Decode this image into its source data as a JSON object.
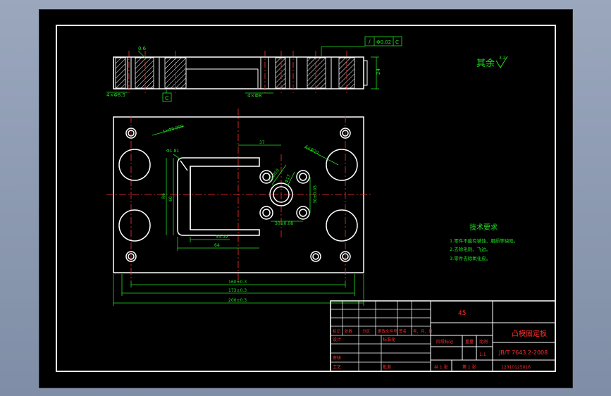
{
  "top_view": {
    "flatness_tol": "0.6",
    "hole_note_left": "4×Φ8.5",
    "hole_note_mid": "4×Φ8",
    "datum_c": "C",
    "thickness": "24",
    "fcf": {
      "symbol": "/",
      "value": "Φ0.02",
      "datum": "C"
    }
  },
  "roughness": {
    "label": "其余",
    "value": "3.2"
  },
  "front_view": {
    "dim_hole_top": "4×Φ9.999",
    "dim_corner": "Φ1.81",
    "dim_37": "37",
    "dim_m8": "4×M10",
    "dim_17": "Φ17",
    "dim_4x20": "4×Φ20",
    "dim_h_left": "R6",
    "dim_h_mid": "60",
    "dim_h_right": "30±0.05",
    "dim_w1": "30±0.08",
    "dim_w2": "55.09",
    "dim_w3": "64",
    "overall_1": "160±0.3",
    "overall_2": "173±0.3",
    "overall_3": "200±0.3"
  },
  "tech": {
    "title": "技术要求",
    "items": [
      "1.零件不能有锈蚀、磨损等缺陷。",
      "2.去除毛刺、飞边。",
      "3.零件去除氧化皮。"
    ]
  },
  "title_block": {
    "material": "45",
    "part_name": "凸模固定板",
    "standard": "JB/T 7643.2-2008",
    "scale": "1:1",
    "header": [
      "标记",
      "处数",
      "分区",
      "更改文件号",
      "签名",
      "年、月、日"
    ],
    "row_design": "设计",
    "row_std": "标准化",
    "row_review": "审核",
    "row_process": "工艺",
    "row_approve": "批准",
    "stage_label": "阶段标记",
    "weight_label": "重量",
    "scale_label": "比例",
    "sheets_total": "共 1 张",
    "sheet_no": "第 1 张",
    "drawing_no": "12010125016"
  }
}
